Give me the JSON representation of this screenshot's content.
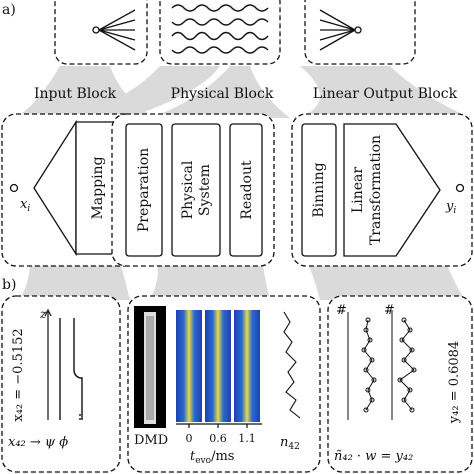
{
  "panel_a": {
    "tag": "a)",
    "blocks": {
      "input": "Input Block",
      "physical": "Physical Block",
      "output": "Linear Output Block"
    },
    "input_var": "x",
    "input_sub": "i",
    "mapping": "Mapping",
    "preparation": "Preparation",
    "physical_system_1": "Physical",
    "physical_system_2": "System",
    "readout": "Readout",
    "binning": "Binning",
    "linear_1": "Linear",
    "linear_2": "Transformation",
    "output_var": "y",
    "output_sub": "i"
  },
  "panel_b": {
    "tag": "b)",
    "input_value_label": "x₄₂ = −0.5152",
    "axis_z": "z",
    "map_caption": "x₄₂ → ψ     ϕ",
    "dmd": "DMD",
    "ticks": [
      "0",
      "0.6",
      "1.1"
    ],
    "tevo_label": "t",
    "tevo_sub": "evo",
    "tevo_unit": "/ms",
    "n42": "n",
    "n42_sub": "42",
    "hash": "#",
    "output_value_label": "y₄₂ = 0.6084",
    "output_caption": "ñ₄₂  ·  w  =  y₄₂"
  }
}
